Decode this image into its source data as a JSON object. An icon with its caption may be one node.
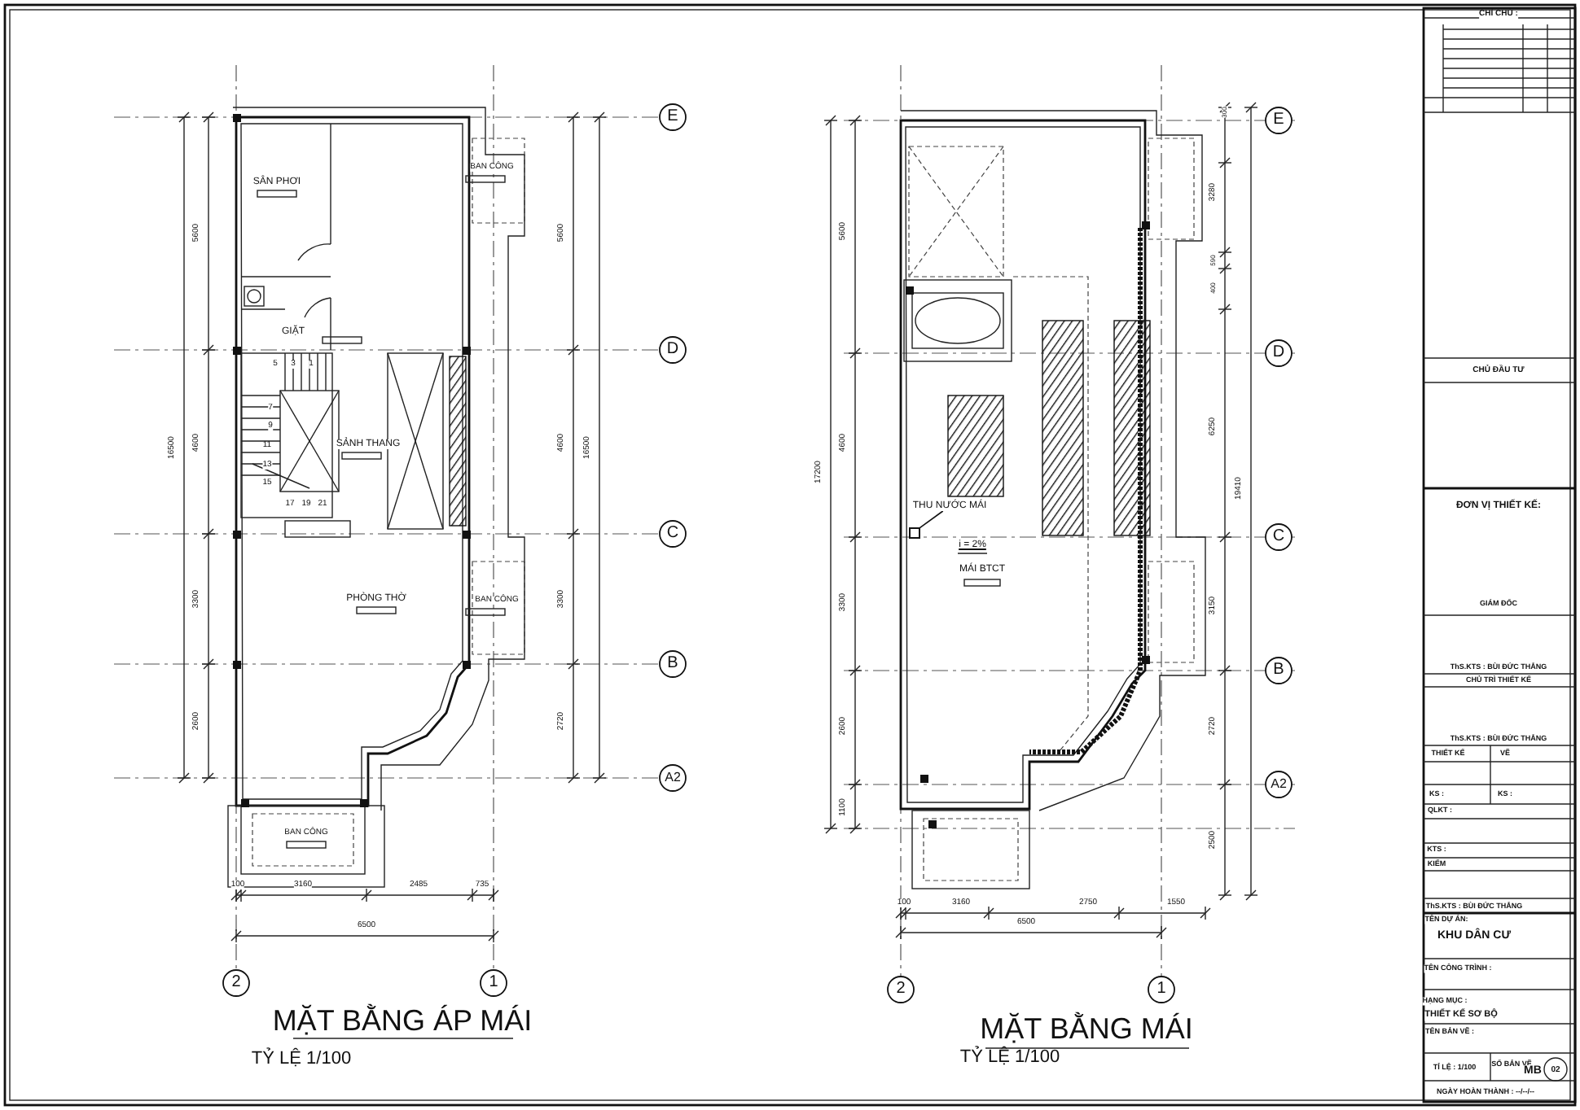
{
  "diagram": {
    "nodes": [
      {
        "text": [
          "THU NƯỚC MÁI"
        ]
      },
      {
        "text": [],
        "shape": "box"
      }
    ],
    "edges": [
      {
        "from": 0,
        "to": 1,
        "arrow": "none"
      }
    ],
    "labels": [
      "SÂN PHƠI",
      "BAN CÔNG",
      "GIẶT",
      "5",
      "3",
      "1",
      "SẢNH THANG",
      "7",
      "9",
      "11",
      "13",
      "15",
      "17",
      "19",
      "21",
      "PHÒNG THỜ",
      "BAN CÔNG",
      "BAN CÔNG",
      "E",
      "D",
      "C",
      "B",
      "A2",
      "16500",
      "5600",
      "4600",
      "3300",
      "2600",
      "5600",
      "4600",
      "3300",
      "2720",
      "16500",
      "100",
      "3160",
      "2485",
      "735",
      "6500",
      "2",
      "1",
      "MẶT BẰNG ÁP MÁI",
      "TỶ LỆ 1/100",
      "300",
      "E",
      "3280",
      "590",
      "400",
      "D",
      "5600",
      "17200",
      "4600",
      "6250",
      "19410",
      "i = 2%",
      "MÁI BTCT",
      "C",
      "3300",
      "3150",
      "B",
      "2600",
      "2720",
      "A2",
      "1100",
      "2500",
      "100",
      "3160",
      "2750",
      "1550",
      "6500",
      "2",
      "1",
      "MẶT BẰNG MÁI",
      "TỶ LỆ 1/100",
      "CHỈ CHÚ :",
      "CHỦ ĐẦU TƯ",
      "ĐƠN VỊ THIẾT KẾ:",
      "GIÁM ĐỐC",
      "ThS.KTS : BÙI ĐỨC THẮNG",
      "CHỦ TRÌ THIẾT KẾ",
      "ThS.KTS : BÙI ĐỨC THẮNG",
      "THIẾT KẾ",
      "VẼ",
      "KS :",
      "KS :",
      "QLKT :",
      "KTS :",
      "KIỂM",
      "ThS.KTS : BÙI ĐỨC THẮNG",
      "TÊN DỰ ÁN:",
      "KHU DÂN CƯ",
      "TÊN CÔNG TRÌNH :",
      "HẠNG MỤC :",
      "THIẾT KẾ SƠ BỘ",
      "TÊN BẢN VẼ :",
      "TỈ LỆ : 1/100",
      "SỐ BẢN VẼ",
      "MB",
      "02",
      "NGÀY HOÀN THÀNH : --/--/--"
    ]
  }
}
